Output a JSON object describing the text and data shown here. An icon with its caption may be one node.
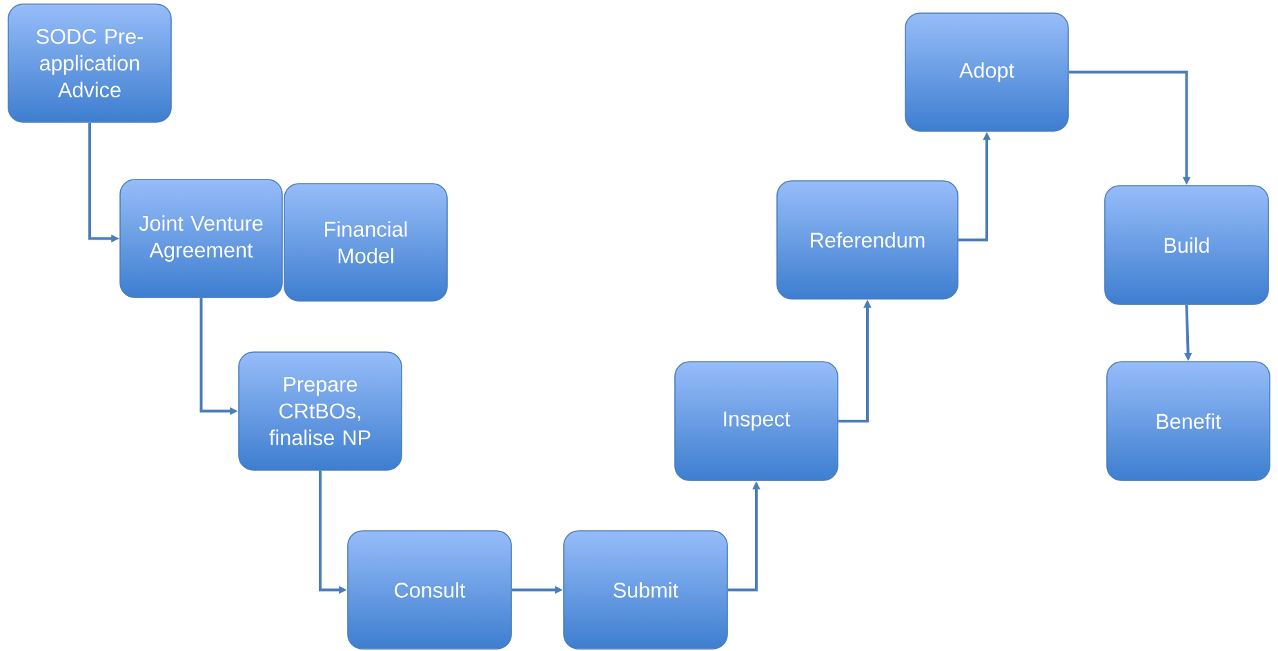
{
  "diagram": {
    "nodes": [
      {
        "text": [
          "SODC Pre-application Advice"
        ]
      },
      {
        "text": [
          "Joint Venture Agreement"
        ]
      },
      {
        "text": [
          "Financial Model"
        ]
      },
      {
        "text": [
          "Prepare CRtBOs, finalise NP"
        ]
      },
      {
        "text": [
          "Consult"
        ]
      },
      {
        "text": [
          "Submit"
        ]
      },
      {
        "text": [
          "Inspect"
        ]
      },
      {
        "text": [
          "Referendum"
        ]
      },
      {
        "text": [
          "Adopt"
        ]
      },
      {
        "text": [
          "Build"
        ]
      },
      {
        "text": [
          "Benefit"
        ]
      }
    ],
    "edges": [
      {
        "from": 0,
        "to": 1,
        "arrow": "to"
      },
      {
        "from": 1,
        "to": 3,
        "arrow": "to"
      },
      {
        "from": 3,
        "to": 4,
        "arrow": "to"
      },
      {
        "from": 4,
        "to": 5,
        "arrow": "to"
      },
      {
        "from": 5,
        "to": 6,
        "arrow": "to"
      },
      {
        "from": 6,
        "to": 7,
        "arrow": "to"
      },
      {
        "from": 7,
        "to": 8,
        "arrow": "to"
      },
      {
        "from": 8,
        "to": 9,
        "arrow": "to"
      },
      {
        "from": 9,
        "to": 10,
        "arrow": "to"
      }
    ]
  }
}
